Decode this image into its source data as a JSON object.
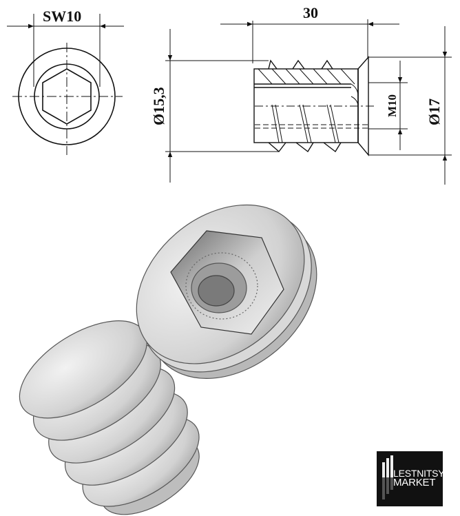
{
  "drawing": {
    "front_view": {
      "wrench_size_label": "SW10"
    },
    "side_view": {
      "length_label": "30",
      "outer_diameter_label": "Ø15,3",
      "thread_label": "M10",
      "flange_diameter_label": "Ø17"
    }
  },
  "logo": {
    "line1": "LESTNITSY",
    "line2": "MARKET"
  },
  "colors": {
    "line": "#111111",
    "metal_light": "#e6e6e6",
    "metal_mid": "#c4c4c4",
    "metal_dark": "#8a8a8a",
    "logo_bg": "#111111"
  }
}
